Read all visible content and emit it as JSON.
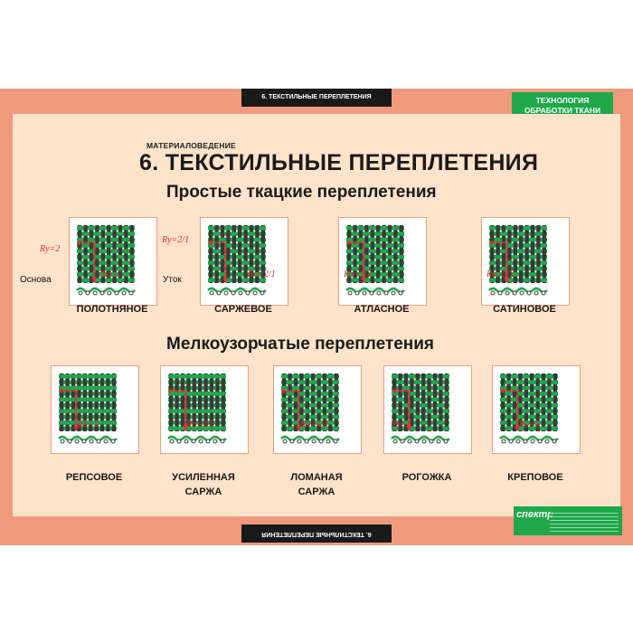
{
  "header": {
    "top_tab": "6. ТЕКСТИЛЬНЫЕ ПЕРЕПЛЕТЕНИЯ",
    "green_tag_line1": "ТЕХНОЛОГИЯ",
    "green_tag_line2": "ОБРАБОТКИ ТКАНИ",
    "subject": "МАТЕРИАЛОВЕДЕНИЕ",
    "title": "6. ТЕКСТИЛЬНЫЕ ПЕРЕПЛЕТЕНИЯ"
  },
  "section1": {
    "title": "Простые ткацкие переплетения",
    "items": [
      {
        "label": "ПОЛОТНЯНОЕ",
        "ry": "Rу=2",
        "ro": "Rо=2"
      },
      {
        "label": "САРЖЕВОЕ",
        "ry": "Rу=2/1",
        "ro": "Rо=2/1"
      },
      {
        "label": "АТЛАСНОЕ",
        "ro": "Rо=5/3"
      },
      {
        "label": "САТИНОВОЕ",
        "ro": "Rо=5/2"
      }
    ],
    "annot_osnova": "Основа",
    "annot_utok": "Уток"
  },
  "section2": {
    "title": "Мелкоузорчатые переплетения",
    "items": [
      {
        "label1": "РЕПСОВОЕ",
        "label2": "",
        "ro": "Rо=2"
      },
      {
        "label1": "УСИЛЕННАЯ",
        "label2": "САРЖА",
        "ro": "Rо=2/1"
      },
      {
        "label1": "ЛОМАНАЯ",
        "label2": "САРЖА",
        "ro": "Rо=4/4"
      },
      {
        "label1": "РОГОЖКА",
        "label2": "",
        "ro": "Rо=4"
      },
      {
        "label1": "КРЕПОВОЕ",
        "label2": "",
        "ro": "Rо=5"
      }
    ]
  },
  "footer": {
    "bottom_tab": "6. ТЕКСТИЛЬНЫЕ ПЕРЕПЛЕТЕНИЯ",
    "publisher_logo": "спектр"
  },
  "colors": {
    "border": "#ef9a7c",
    "panel": "#fde3c9",
    "green": "#1ea84a",
    "red": "#e03030",
    "yarn_dark": "#3a3a3a"
  }
}
